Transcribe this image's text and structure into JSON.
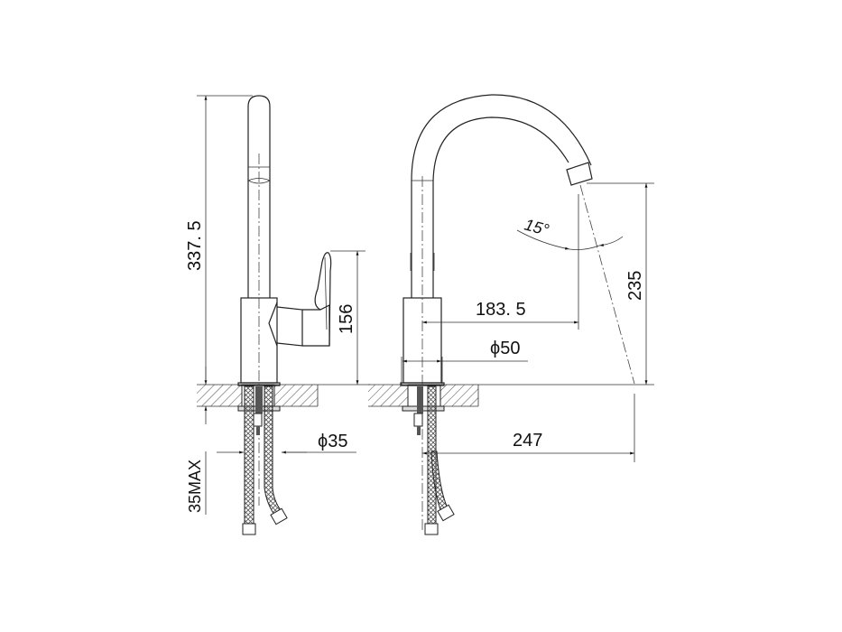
{
  "drawing": {
    "side_view": {
      "total_height": "337. 5",
      "handle_height": "156",
      "hose_diameter": "ϕ35",
      "max_counter_thickness": "35MAX"
    },
    "front_view": {
      "spout_reach": "183. 5",
      "body_diameter": "ϕ50",
      "spout_angle": "15°",
      "spout_height": "235",
      "total_reach": "247"
    },
    "colors": {
      "line": "#222222",
      "background": "#ffffff"
    }
  }
}
